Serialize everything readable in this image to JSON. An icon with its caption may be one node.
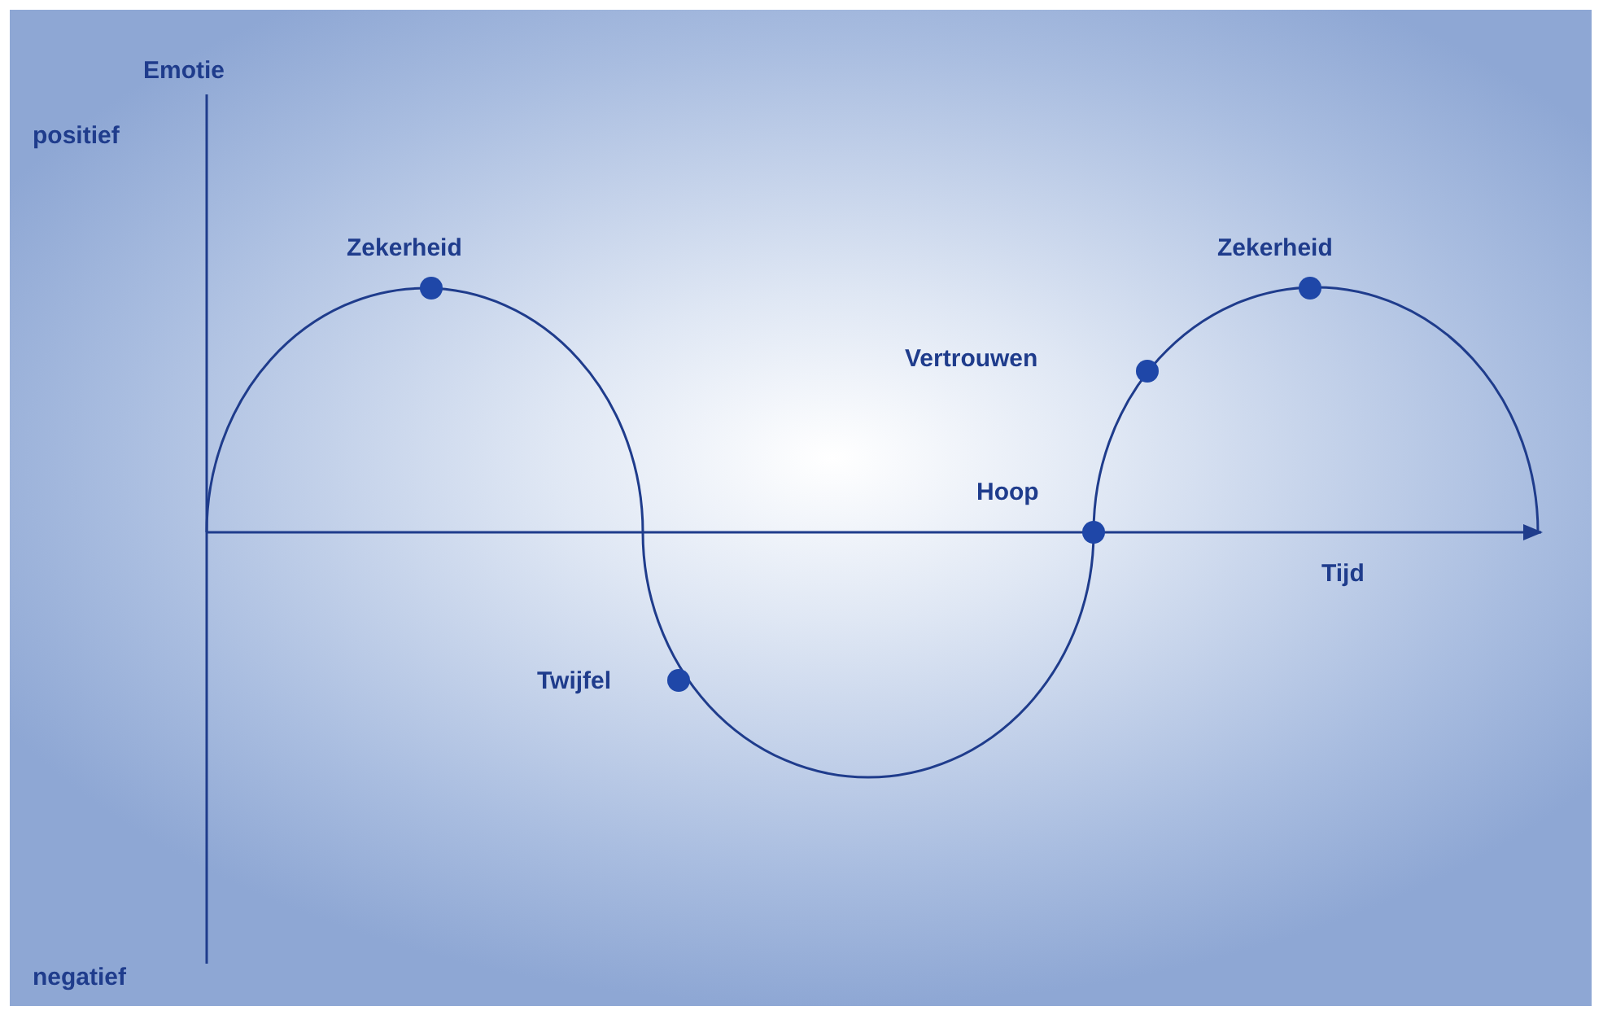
{
  "diagram": {
    "labels": [
      "Emotie",
      "positief",
      "Zekerheid",
      "Zekerheid",
      "Vertrouwen",
      "Hoop",
      "Tijd",
      "Twijfel",
      "negatief"
    ]
  }
}
